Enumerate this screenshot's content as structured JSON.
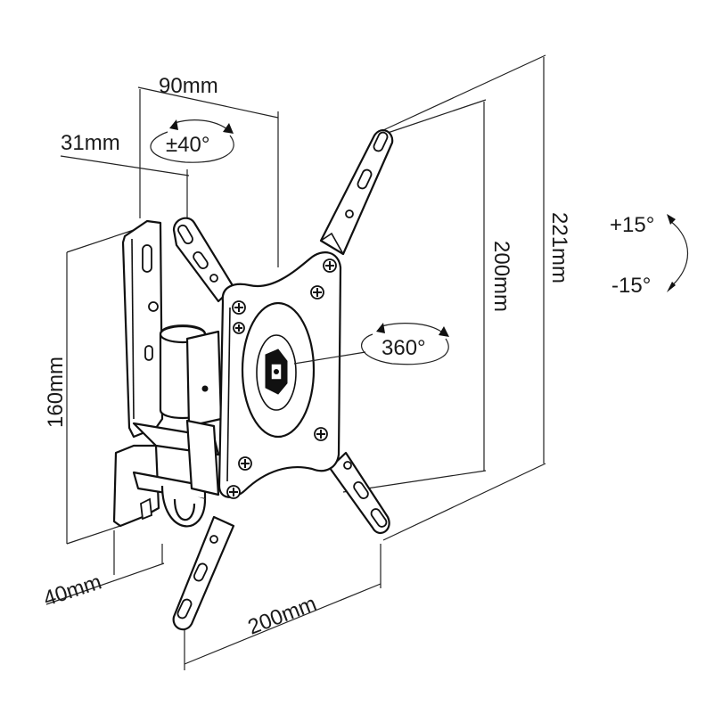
{
  "dimensions": {
    "depth_max": "90mm",
    "depth_min": "31mm",
    "swivel": "±40°",
    "wall_plate_height": "160mm",
    "wall_plate_width": "40mm",
    "vesa_horizontal": "200mm",
    "vesa_vertical": "200mm",
    "overall_height": "221mm",
    "rotation": "360°",
    "tilt_up": "+15°",
    "tilt_down": "-15°"
  },
  "colors": {
    "line": "#111111",
    "background": "#ffffff"
  }
}
